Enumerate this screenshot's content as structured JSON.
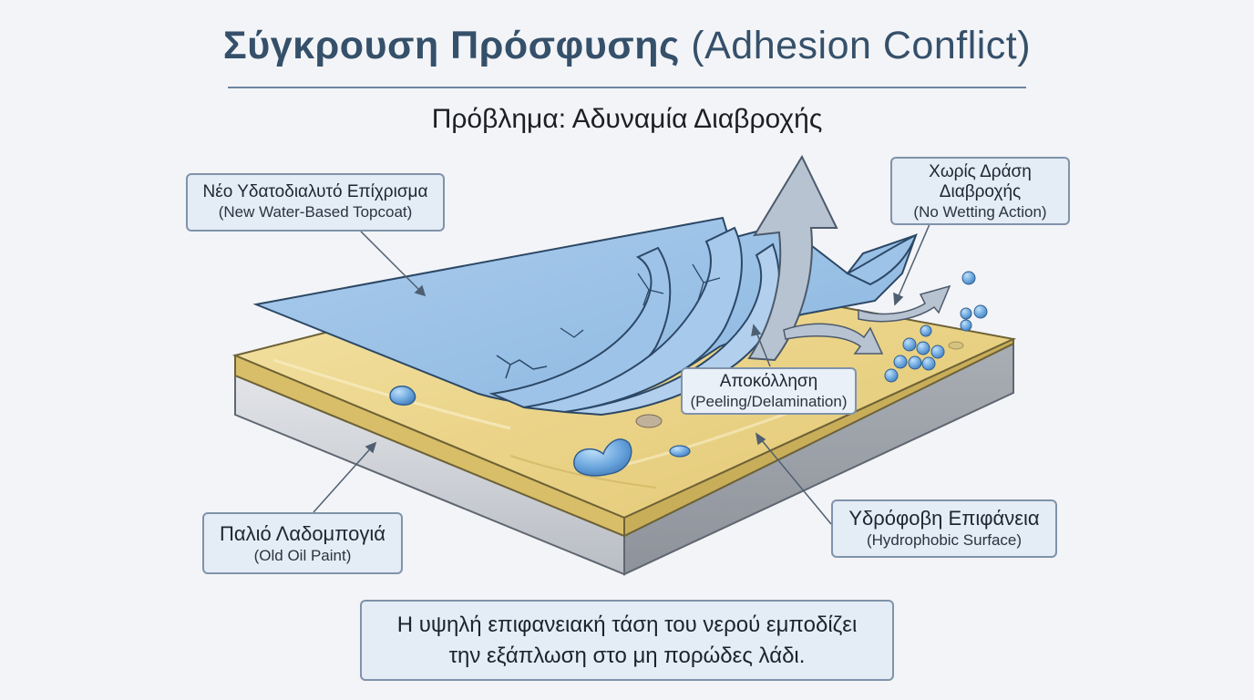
{
  "title": {
    "greek": "Σύγκρουση Πρόσφυσης",
    "english": "(Adhesion Conflict)"
  },
  "subtitle": "Πρόβλημα: Αδυναμία Διαβροχής",
  "labels": {
    "topcoat": {
      "main": "Νέο Υδατοδιαλυτό Επίχρισμα",
      "sub": "(New Water-Based Topcoat)"
    },
    "no_wetting": {
      "main_line1": "Χωρίς Δράση",
      "main_line2": "Διαβροχής",
      "sub": "(No Wetting Action)"
    },
    "peeling": {
      "main": "Αποκόλληση",
      "sub": "(Peeling/Delamination)"
    },
    "old_oil": {
      "main": "Παλιό Λαδομπογιά",
      "sub": "(Old Oil Paint)"
    },
    "hydrophobic": {
      "main": "Υδρόφοβη Επιφάνεια",
      "sub": "(Hydrophobic Surface)"
    }
  },
  "bottom_note": {
    "line1": "Η υψηλή επιφανειακή τάση του νερού εμποδίζει",
    "line2": "την εξάπλωση στο μη πορώδες λάδι."
  },
  "colors": {
    "topcoat": "#9cc2e6",
    "oil_paint": "#ecd78d",
    "substrate": "#c9ccd2",
    "water_drop": "#6aa5dd",
    "arrow": "#b7c3d1"
  }
}
